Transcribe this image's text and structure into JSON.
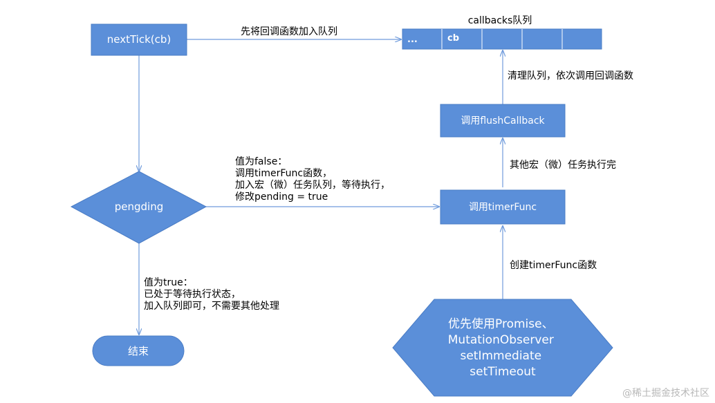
{
  "diagram": {
    "nodes": {
      "nexttick": {
        "label": "nextTick(cb)"
      },
      "pengding": {
        "label": "pengding"
      },
      "end": {
        "label": "结束"
      },
      "timerfunc": {
        "label": "调用timerFunc"
      },
      "flush": {
        "label": "调用flushCallback"
      },
      "priority": {
        "lines": [
          "优先使用Promise、",
          "MutationObserver",
          "setImmediate",
          "setTimeout"
        ]
      }
    },
    "queue": {
      "title": "callbacks队列",
      "cells": [
        "...",
        "cb",
        "",
        "",
        "",
        ""
      ]
    },
    "edges": {
      "push_to_queue": "先将回调函数加入队列",
      "false_branch": [
        "值为false：",
        "调用timerFunc函数，",
        "加入宏（微）任务队列，等待执行，",
        "修改pending = true"
      ],
      "true_branch": [
        "值为true：",
        "已处于等待执行状态，",
        "加入队列即可，不需要其他处理"
      ],
      "create_timer": "创建timerFunc函数",
      "tasks_done": "其他宏（微）任务执行完",
      "clear_queue": "清理队列，依次调用回调函数"
    },
    "watermark": "@稀土掘金技术社区",
    "colors": {
      "node_fill": "#5b8fd9",
      "edge": "#6f9bdc",
      "text_on_node": "#ffffff"
    }
  }
}
